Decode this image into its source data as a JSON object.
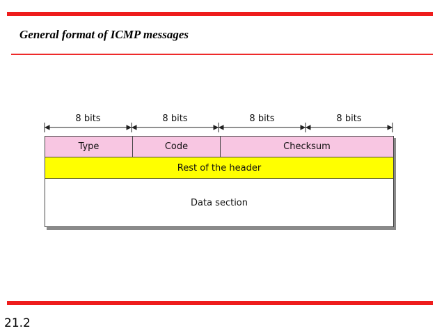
{
  "slide": {
    "title": "General format of ICMP messages",
    "page_number": "21.2"
  },
  "dimensions": {
    "labels": [
      "8 bits",
      "8 bits",
      "8 bits",
      "8 bits"
    ]
  },
  "packet": {
    "header_fields": {
      "type": "Type",
      "code": "Code",
      "checksum": "Checksum"
    },
    "rest_of_header": "Rest of the header",
    "data_section": "Data section"
  },
  "colors": {
    "accent_red": "#ee1c1c",
    "header_pink": "#f8c6e2",
    "rest_yellow": "#ffff00"
  }
}
